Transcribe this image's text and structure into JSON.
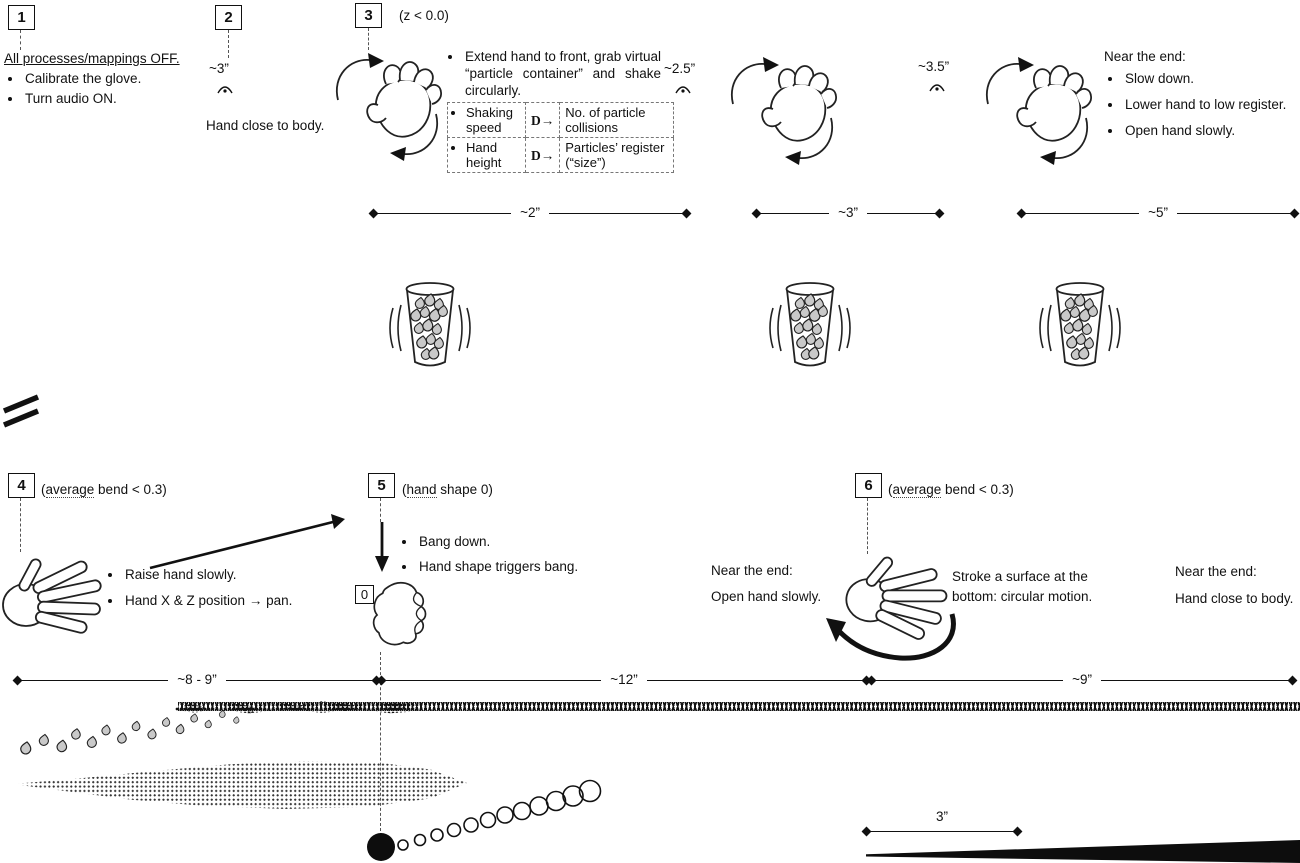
{
  "colors": {
    "ink": "#111111",
    "paper": "#ffffff"
  },
  "system1": {
    "step1": {
      "number": "1",
      "title": "All processes/mappings OFF.",
      "bullets": [
        "Calibrate the glove.",
        "Turn audio ON."
      ]
    },
    "step2": {
      "number": "2",
      "duration": "~3”",
      "note": "Hand close to body."
    },
    "step3": {
      "number": "3",
      "condition": "(z < 0.0)",
      "instruction": "Extend hand to front, grab virtual “particle container” and shake circularly.",
      "mapping_table": {
        "rows": [
          {
            "param": "Shaking speed",
            "map": "D→",
            "target": "No. of particle collisions"
          },
          {
            "param": "Hand height",
            "map": "D→",
            "target": "Particles’ register (“size”)"
          }
        ]
      }
    },
    "hold2_duration": "~2.5”",
    "hold3_duration": "~3.5”",
    "near_end": {
      "title": "Near the end:",
      "bullets": [
        "Slow down.",
        "Lower hand to low register.",
        "Open hand slowly."
      ]
    },
    "timeline": {
      "seg1": "~2”",
      "seg2": "~3”",
      "seg3": "~5”"
    }
  },
  "system2": {
    "step4": {
      "number": "4",
      "cond_open": "(",
      "cond_word": "average",
      "cond_rest": " bend < 0.3)",
      "bullets": [
        "Raise hand slowly.",
        "Hand X & Z position → pan."
      ]
    },
    "step5": {
      "number": "5",
      "cond_open": "(",
      "cond_word": "hand",
      "cond_rest": " shape 0)",
      "bullets": [
        "Bang down.",
        "Hand shape triggers bang."
      ],
      "hand_shape_label": "0"
    },
    "near_end_mid": {
      "title": "Near the end:",
      "note": "Open hand slowly."
    },
    "step6": {
      "number": "6",
      "cond_open": "(",
      "cond_word": "average",
      "cond_rest": " bend < 0.3)",
      "note_line1": "Stroke a surface at the",
      "note_line2": "bottom: circular motion."
    },
    "near_end_right": {
      "title": "Near the end:",
      "note": "Hand close to body."
    },
    "timeline": {
      "seg1": "~8 - 9”",
      "seg2": "~12”",
      "seg3": "~9”"
    },
    "stroke_wedge_duration": "3”"
  }
}
